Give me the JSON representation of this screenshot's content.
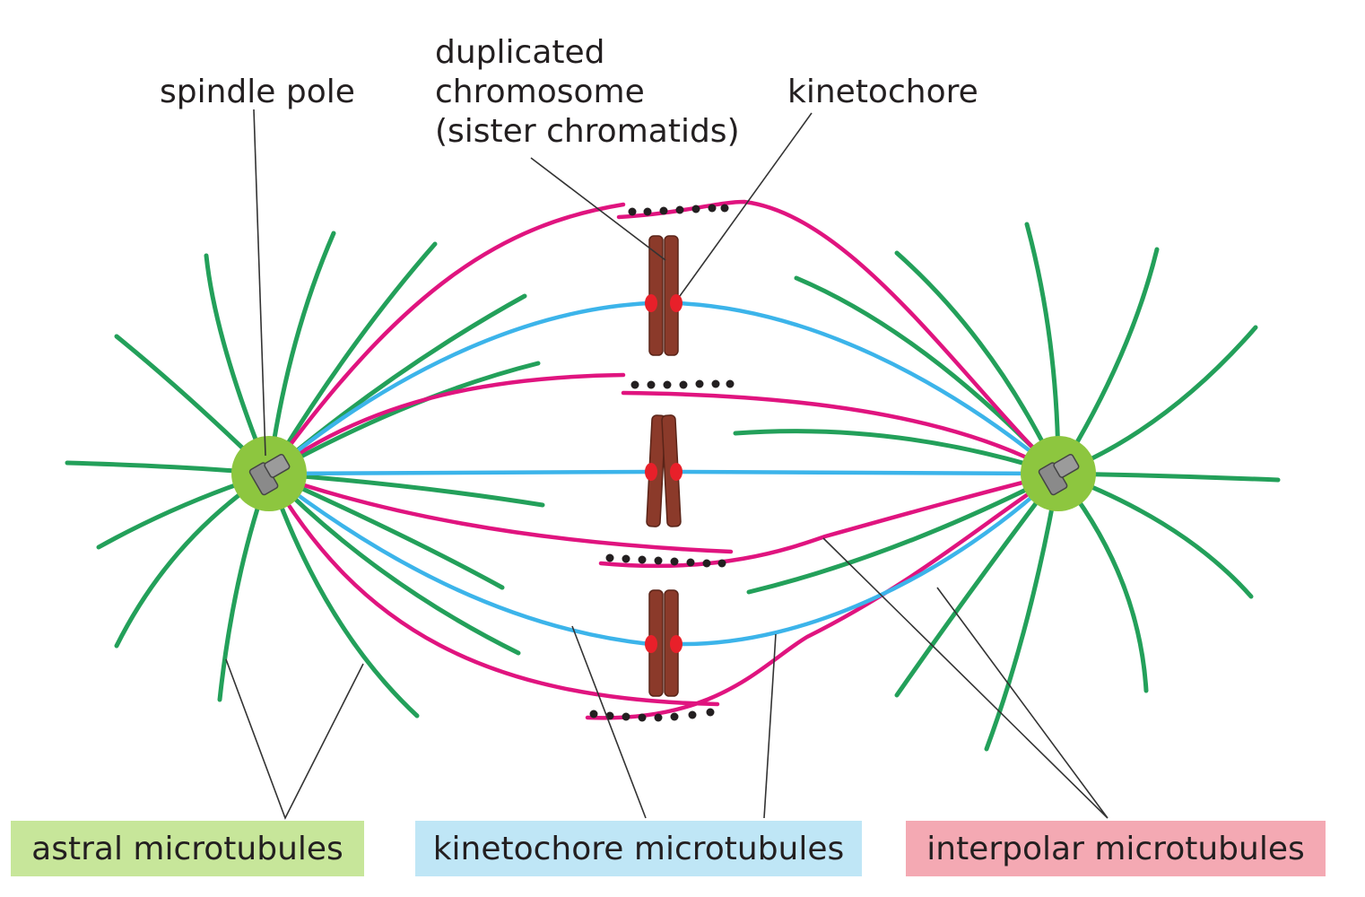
{
  "labels": {
    "spindle_pole": "spindle pole",
    "duplicated_chromosome": [
      "duplicated",
      "chromosome",
      "(sister chromatids)"
    ],
    "kinetochore": "kinetochore"
  },
  "legend": {
    "astral": "astral microtubules",
    "kinetochore_mt": "kinetochore microtubules",
    "interpolar": "interpolar microtubules"
  },
  "colors": {
    "astral_line": "#23a05a",
    "kinetochore_line": "#3cb4ea",
    "interpolar_line": "#e0147f",
    "pole_fill": "#8dc63f",
    "centrosome": "#8a8a8a",
    "chromosome": "#8b3a2a",
    "kinetochore_dot": "#e8202a",
    "astral_box": "#c7e69a",
    "kinetochore_box": "#bfe6f6",
    "interpolar_box": "#f4a9b3"
  }
}
